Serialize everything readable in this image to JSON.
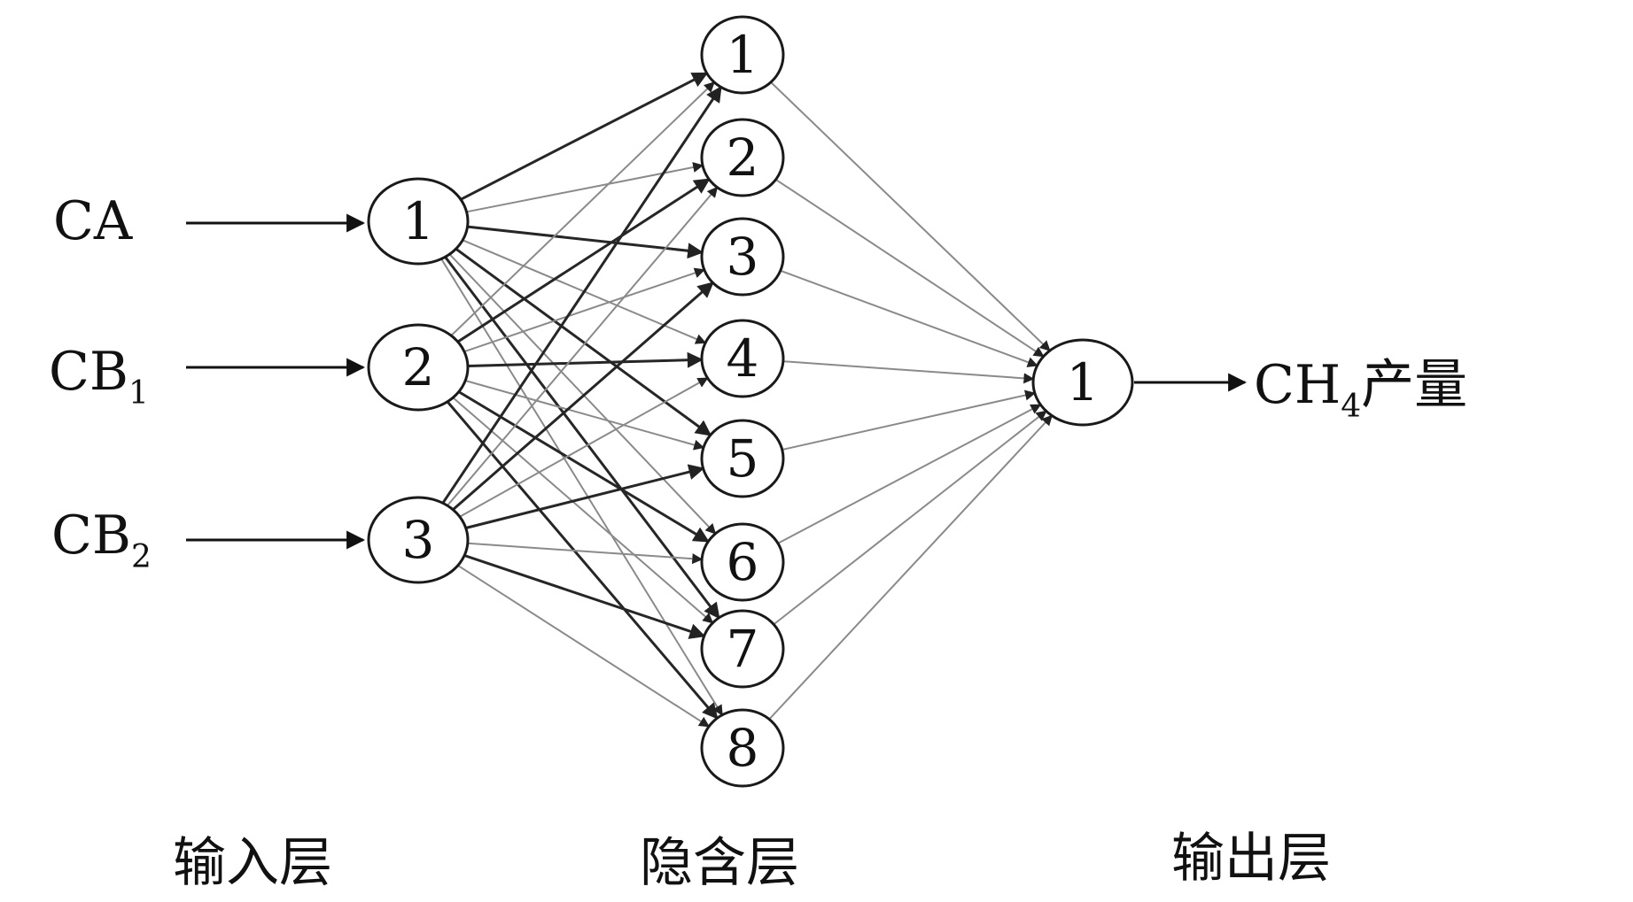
{
  "inputs": [
    {
      "main": "CA",
      "sub": ""
    },
    {
      "main": "CB",
      "sub": "1"
    },
    {
      "main": "CB",
      "sub": "2"
    }
  ],
  "output": {
    "main": "CH",
    "sub": "4",
    "suffix": "产量"
  },
  "input_nodes": [
    "1",
    "2",
    "3"
  ],
  "hidden_nodes": [
    "1",
    "2",
    "3",
    "4",
    "5",
    "6",
    "7",
    "8"
  ],
  "output_nodes": [
    "1"
  ],
  "layer_labels": {
    "input": "输入层",
    "hidden": "隐含层",
    "output": "输出层"
  },
  "colors": {
    "node_stroke": "#1a1a1a",
    "light_connection": "#8a8a8a",
    "dark_connection": "#262626",
    "text": "#111111"
  }
}
